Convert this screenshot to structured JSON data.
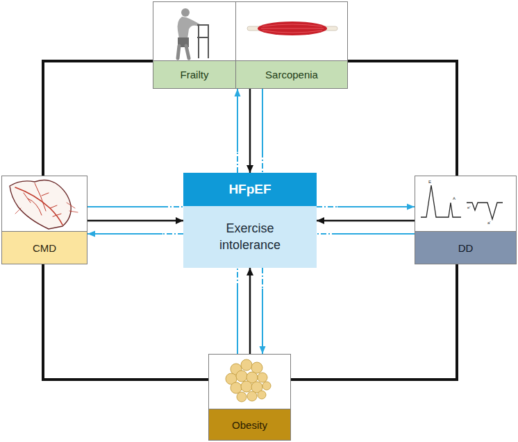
{
  "diagram": {
    "nodes": [
      {
        "text": [
          "Frailty"
        ]
      },
      {
        "text": [
          "Sarcopenia"
        ]
      },
      {
        "text": [
          "CMD"
        ]
      },
      {
        "text": [
          "HFpEF",
          "Exercise intolerance"
        ]
      },
      {
        "text": [
          "DD"
        ]
      },
      {
        "text": [
          "Obesity"
        ]
      }
    ],
    "edges": [
      {
        "from": 3,
        "to": 1,
        "arrow": "to"
      },
      {
        "from": 1,
        "to": 3,
        "arrow": "to"
      },
      {
        "from": 1,
        "to": 3,
        "arrow": "none"
      },
      {
        "from": 2,
        "to": 3,
        "arrow": "none"
      },
      {
        "from": 2,
        "to": 3,
        "arrow": "to"
      },
      {
        "from": 3,
        "to": 2,
        "arrow": "to"
      },
      {
        "from": 3,
        "to": 4,
        "arrow": "to"
      },
      {
        "from": 4,
        "to": 3,
        "arrow": "to"
      },
      {
        "from": 4,
        "to": 3,
        "arrow": "none"
      },
      {
        "from": 5,
        "to": 3,
        "arrow": "to"
      },
      {
        "from": 5,
        "to": 3,
        "arrow": "none"
      },
      {
        "from": 3,
        "to": 5,
        "arrow": "to"
      },
      {
        "from": 0,
        "to": 2,
        "arrow": "none"
      },
      {
        "from": 1,
        "to": 4,
        "arrow": "none"
      },
      {
        "from": 2,
        "to": 5,
        "arrow": "none"
      },
      {
        "from": 4,
        "to": 5,
        "arrow": "none"
      }
    ],
    "labels": [
      "E",
      "A",
      "e'",
      "a'"
    ]
  }
}
